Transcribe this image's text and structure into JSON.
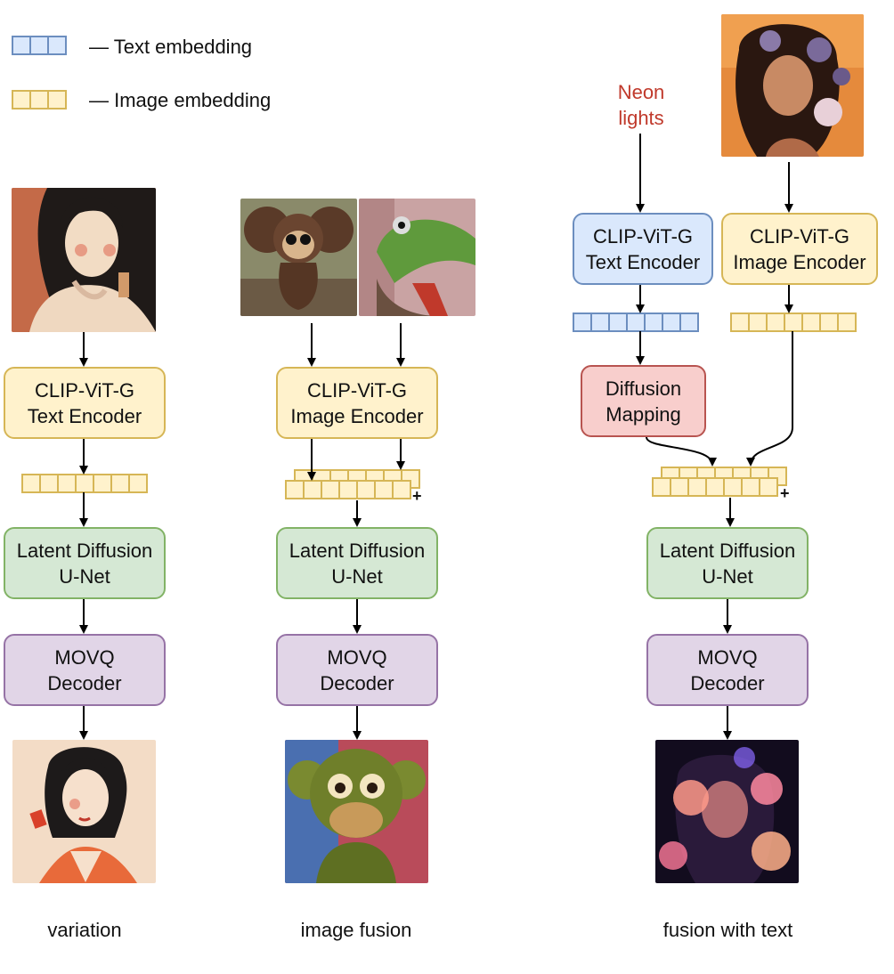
{
  "legend": {
    "text_embedding": "— Text embedding",
    "image_embedding": "— Image embedding"
  },
  "colors": {
    "text_embedding_fill": "#dae8fc",
    "text_embedding_stroke": "#6c8ebf",
    "image_embedding_fill": "#fff2cc",
    "image_embedding_stroke": "#d6b656",
    "latent": "#d5e8d4",
    "movq": "#e1d5e7",
    "mapping": "#f8cecc",
    "prompt_text": "#c0392b"
  },
  "columns": {
    "variation": {
      "caption": "variation",
      "encoder": "CLIP-ViT-G\nText Encoder",
      "unet": "Latent Diffusion\nU-Net",
      "decoder": "MOVQ\nDecoder"
    },
    "image_fusion": {
      "caption": "image fusion",
      "encoder": "CLIP-ViT-G\nImage Encoder",
      "unet": "Latent Diffusion\nU-Net",
      "decoder": "MOVQ\nDecoder",
      "plus": "+"
    },
    "fusion_with_text": {
      "caption": "fusion with text",
      "prompt": "Neon\nlights",
      "text_encoder": "CLIP-ViT-G\nText Encoder",
      "image_encoder": "CLIP-ViT-G\nImage Encoder",
      "mapping": "Diffusion\nMapping",
      "unet": "Latent Diffusion\nU-Net",
      "decoder": "MOVQ\nDecoder",
      "plus": "+"
    }
  }
}
